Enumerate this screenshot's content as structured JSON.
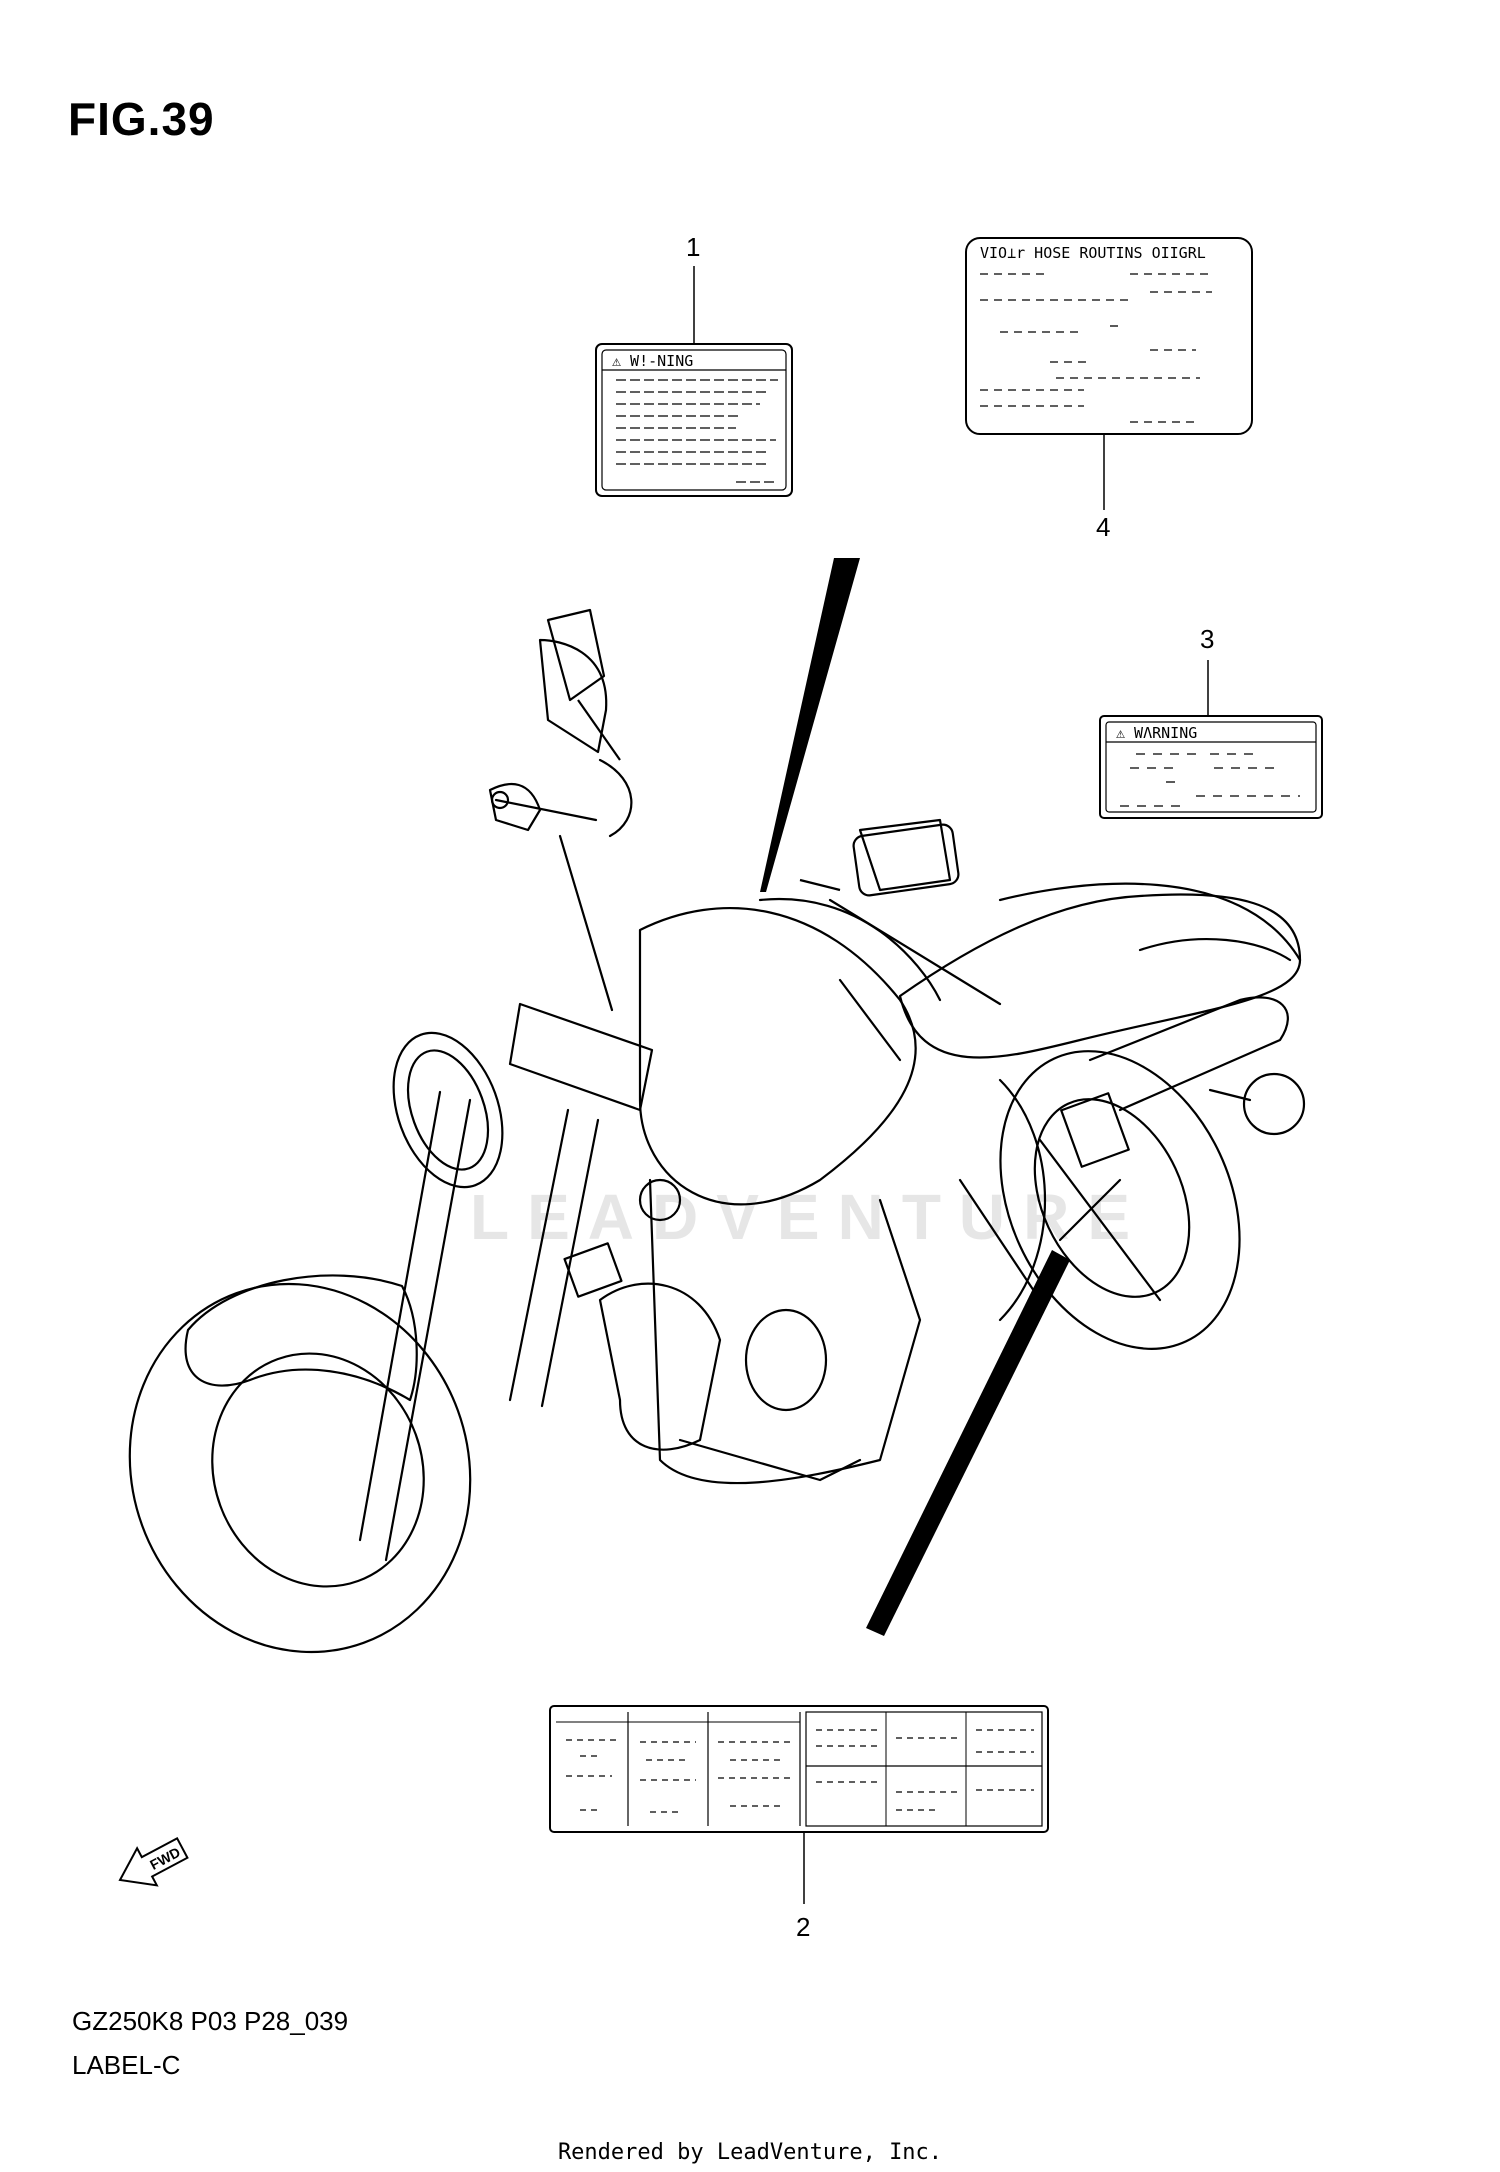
{
  "figure": {
    "title": "FIG.39"
  },
  "callouts": {
    "c1": "1",
    "c2": "2",
    "c3": "3",
    "c4": "4"
  },
  "labels": {
    "label1_title": "⚠ W!-NING",
    "label3_title": "⚠ WΛRNING",
    "label4_title": "VIO⊥r HOSE ROUTINS OIIGRL"
  },
  "fwd_marker": "FWD",
  "watermark": "LEADVENTURE",
  "footer": {
    "code": "GZ250K8 P03 P28_039",
    "label": "LABEL-C",
    "rendered_by": "Rendered by LeadVenture, Inc."
  }
}
